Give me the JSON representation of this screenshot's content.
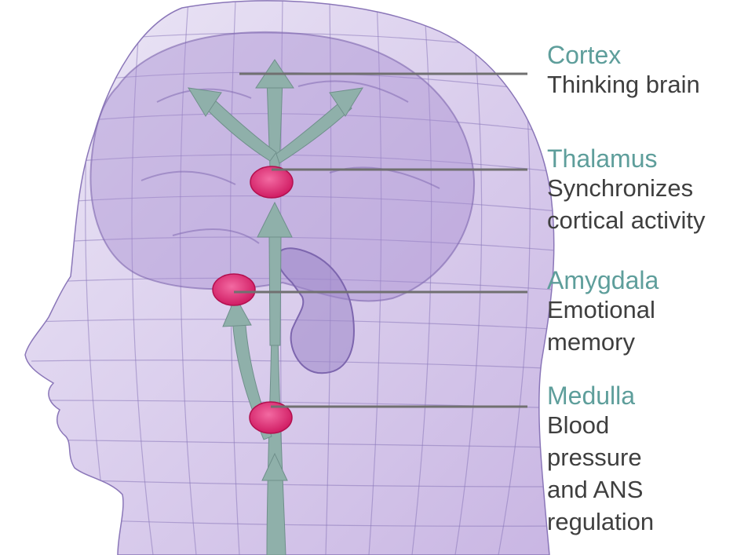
{
  "colors": {
    "region_label": "#5e9e9b",
    "description": "#3f3f3f",
    "leader_line": "#707070",
    "node": "#e0246f",
    "pathway": "#8fb0aa",
    "head_tint": "#b6a1d6"
  },
  "labels": {
    "cortex": {
      "region": "Cortex",
      "desc": [
        "Thinking brain"
      ]
    },
    "thalamus": {
      "region": "Thalamus",
      "desc": [
        "Synchronizes",
        "cortical activity"
      ]
    },
    "amygdala": {
      "region": "Amygdala",
      "desc": [
        "Emotional",
        "memory"
      ]
    },
    "medulla": {
      "region": "Medulla",
      "desc": [
        "Blood",
        "pressure",
        "and ANS",
        "regulation"
      ]
    }
  }
}
